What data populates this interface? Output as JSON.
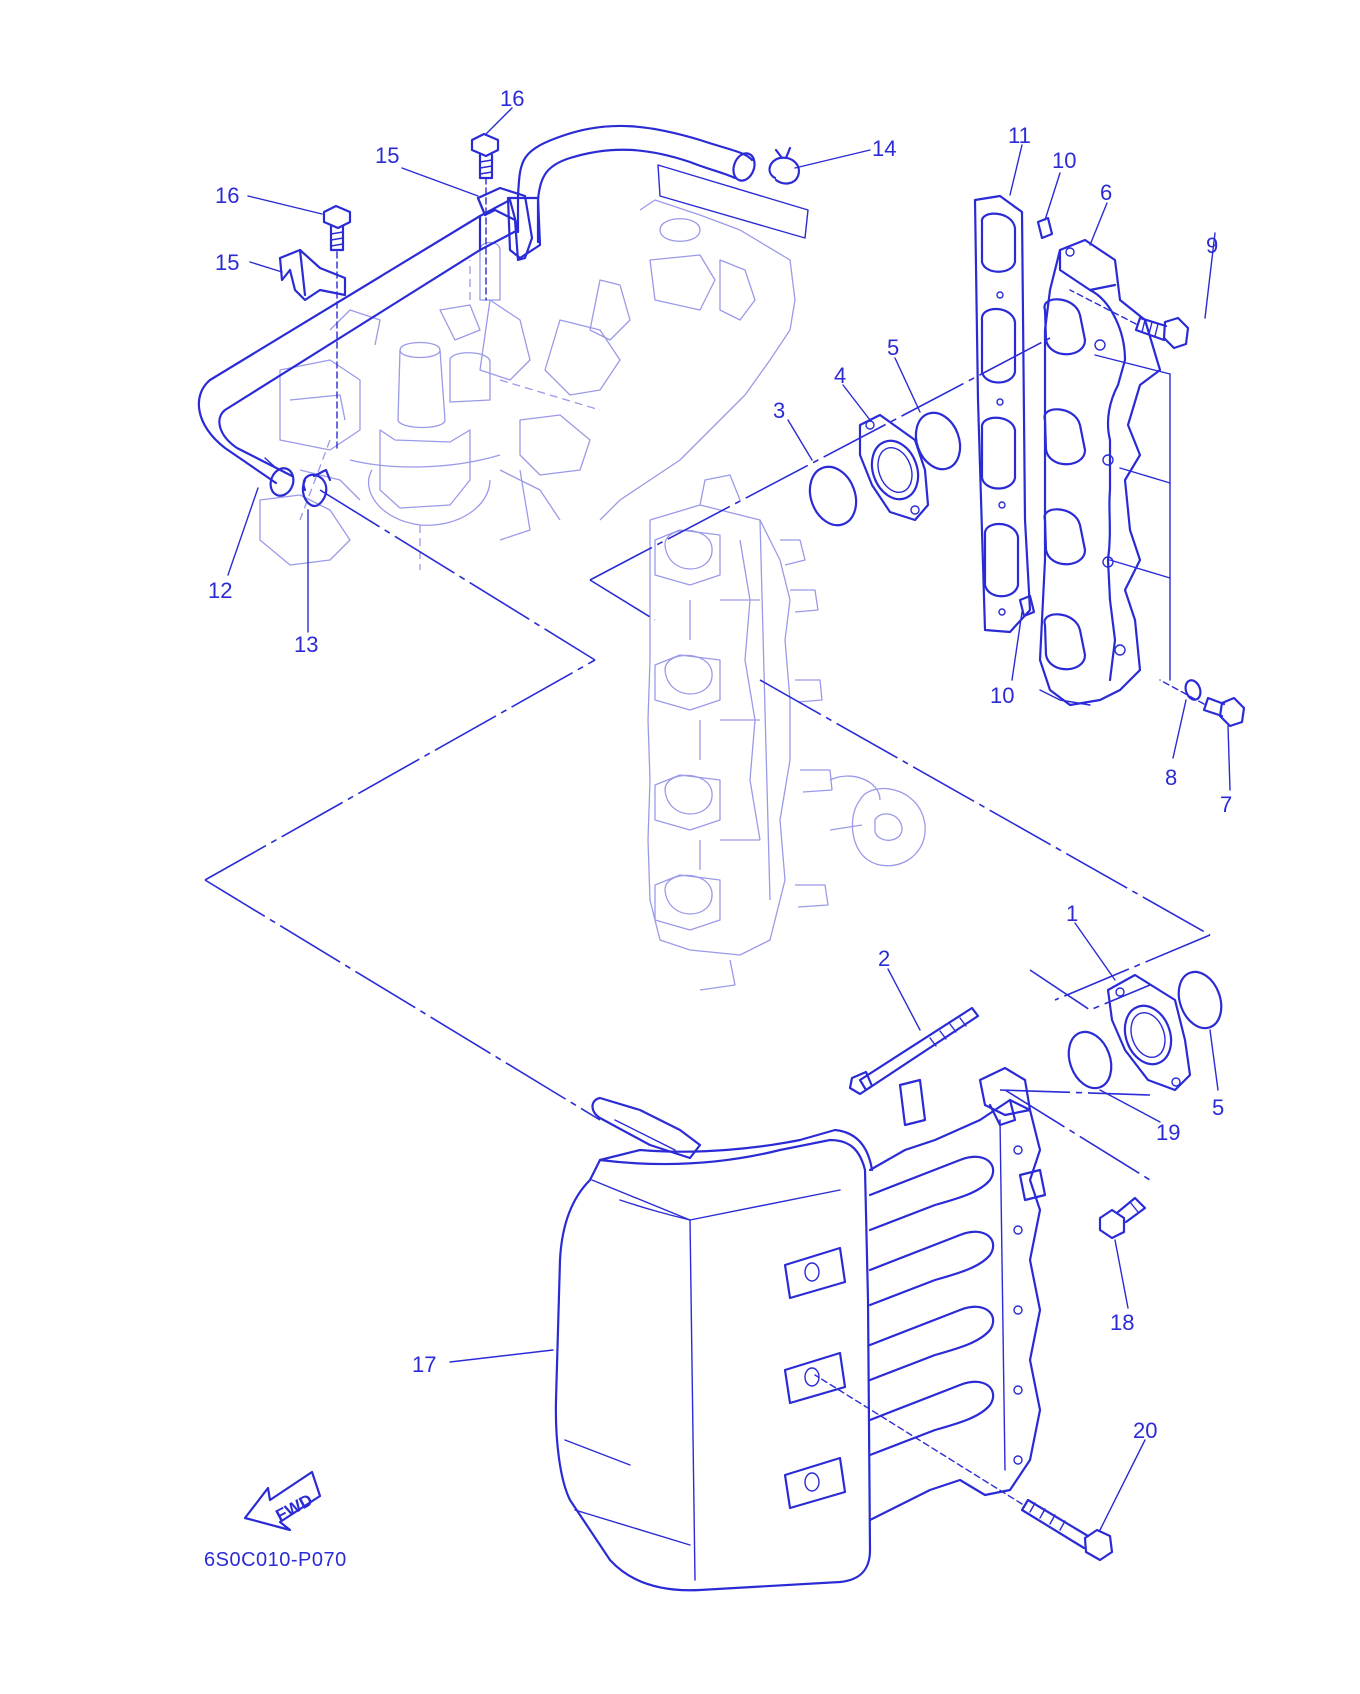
{
  "diagram": {
    "drawing_code": "6S0C010-P070",
    "fwd_label": "FWD",
    "line_color": "#2b2bd6",
    "background_color": "#ffffff",
    "callouts": [
      {
        "id": "c16a",
        "text": "16"
      },
      {
        "id": "c15a",
        "text": "15"
      },
      {
        "id": "c14",
        "text": "14"
      },
      {
        "id": "c16b",
        "text": "16"
      },
      {
        "id": "c15b",
        "text": "15"
      },
      {
        "id": "c12",
        "text": "12"
      },
      {
        "id": "c13",
        "text": "13"
      },
      {
        "id": "c11",
        "text": "11"
      },
      {
        "id": "c10a",
        "text": "10"
      },
      {
        "id": "c6",
        "text": "6"
      },
      {
        "id": "c9",
        "text": "9"
      },
      {
        "id": "c5a",
        "text": "5"
      },
      {
        "id": "c4",
        "text": "4"
      },
      {
        "id": "c3",
        "text": "3"
      },
      {
        "id": "c10b",
        "text": "10"
      },
      {
        "id": "c8",
        "text": "8"
      },
      {
        "id": "c7",
        "text": "7"
      },
      {
        "id": "c1",
        "text": "1"
      },
      {
        "id": "c2",
        "text": "2"
      },
      {
        "id": "c5b",
        "text": "5"
      },
      {
        "id": "c19",
        "text": "19"
      },
      {
        "id": "c18",
        "text": "18"
      },
      {
        "id": "c17",
        "text": "17"
      },
      {
        "id": "c20",
        "text": "20"
      }
    ]
  }
}
